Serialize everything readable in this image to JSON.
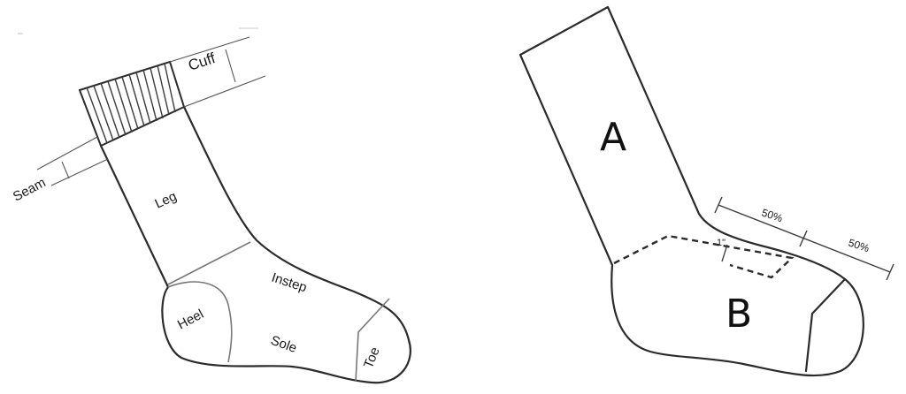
{
  "left_diagram": {
    "labels": {
      "cuff": "Cuff",
      "seam": "Seam",
      "leg": "Leg",
      "instep": "Instep",
      "heel": "Heel",
      "sole": "Sole",
      "toe": "Toe"
    }
  },
  "right_diagram": {
    "labels": {
      "region_a": "A",
      "region_b": "B",
      "measure_first": "50%",
      "measure_second": "50%",
      "offset": "1\""
    }
  }
}
